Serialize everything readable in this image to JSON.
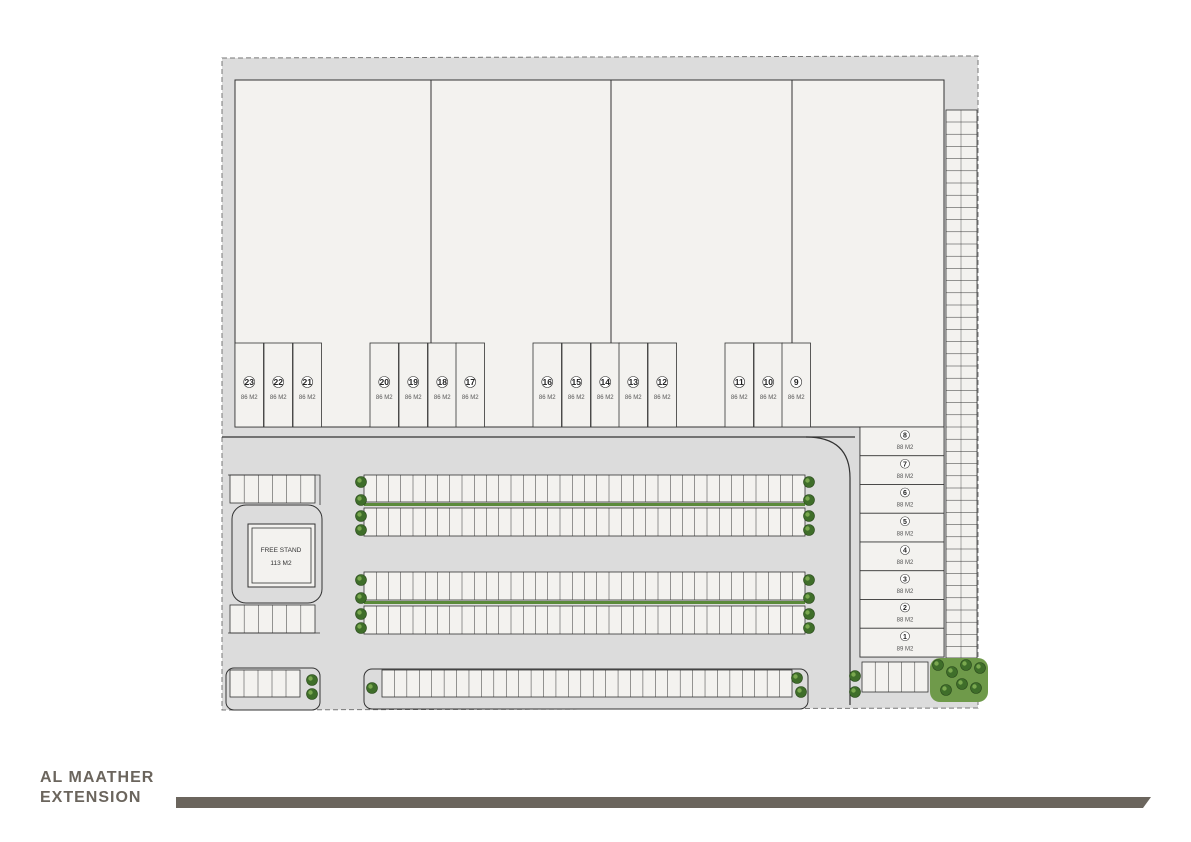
{
  "project": {
    "name_line1": "AL MAATHER",
    "name_line2": "EXTENSION"
  },
  "colors": {
    "block_fill": "#f3f2ef",
    "paving": "#dcdcdc",
    "line": "#333333",
    "greenery": "#5a8a3a",
    "brand": "#6b655d"
  },
  "top_units": [
    {
      "number": "23",
      "area": "86 M2"
    },
    {
      "number": "22",
      "area": "86 M2"
    },
    {
      "number": "21",
      "area": "86 M2"
    },
    {
      "number": "20",
      "area": "86 M2"
    },
    {
      "number": "19",
      "area": "86 M2"
    },
    {
      "number": "18",
      "area": "86 M2"
    },
    {
      "number": "17",
      "area": "86 M2"
    },
    {
      "number": "16",
      "area": "86 M2"
    },
    {
      "number": "15",
      "area": "86 M2"
    },
    {
      "number": "14",
      "area": "86 M2"
    },
    {
      "number": "13",
      "area": "86 M2"
    },
    {
      "number": "12",
      "area": "86 M2"
    },
    {
      "number": "11",
      "area": "86 M2"
    },
    {
      "number": "10",
      "area": "86 M2"
    },
    {
      "number": "9",
      "area": "86 M2"
    }
  ],
  "side_units": [
    {
      "number": "8",
      "area": "88 M2"
    },
    {
      "number": "7",
      "area": "88 M2"
    },
    {
      "number": "6",
      "area": "88 M2"
    },
    {
      "number": "5",
      "area": "88 M2"
    },
    {
      "number": "4",
      "area": "88 M2"
    },
    {
      "number": "3",
      "area": "88 M2"
    },
    {
      "number": "2",
      "area": "88 M2"
    },
    {
      "number": "1",
      "area": "89 M2"
    }
  ],
  "free_stand": {
    "label": "FREE STAND",
    "area": "113 M2"
  }
}
